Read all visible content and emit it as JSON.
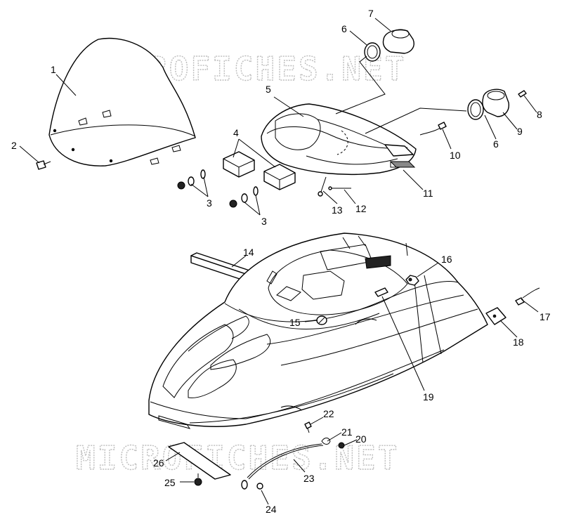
{
  "watermark": {
    "text": "MICROFICHES.NET"
  },
  "callouts": [
    "1",
    "2",
    "3",
    "3",
    "4",
    "5",
    "6",
    "6",
    "7",
    "8",
    "9",
    "10",
    "11",
    "12",
    "13",
    "14",
    "15",
    "16",
    "17",
    "18",
    "19",
    "20",
    "21",
    "22",
    "23",
    "24",
    "25",
    "26"
  ]
}
